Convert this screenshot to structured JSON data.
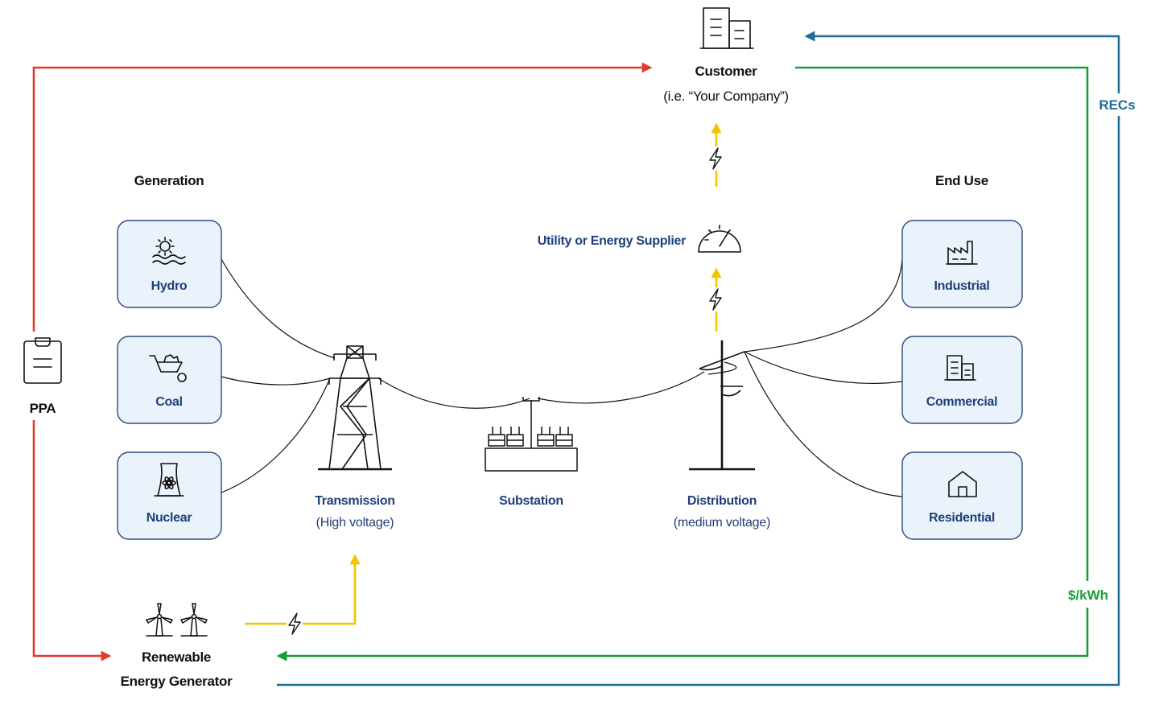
{
  "customer": {
    "title": "Customer",
    "subtitle": "(i.e. “Your Company”)"
  },
  "generation": {
    "heading": "Generation",
    "items": [
      {
        "label": "Hydro",
        "icon": "hydro-icon"
      },
      {
        "label": "Coal",
        "icon": "coal-cart-icon"
      },
      {
        "label": "Nuclear",
        "icon": "nuclear-plant-icon"
      }
    ]
  },
  "end_use": {
    "heading": "End Use",
    "items": [
      {
        "label": "Industrial",
        "icon": "factory-icon"
      },
      {
        "label": "Commercial",
        "icon": "office-building-icon"
      },
      {
        "label": "Residential",
        "icon": "house-icon"
      }
    ]
  },
  "grid": {
    "transmission": {
      "title": "Transmission",
      "subtitle": "(High voltage)"
    },
    "substation": {
      "title": "Substation"
    },
    "distribution": {
      "title": "Distribution",
      "subtitle": "(medium voltage)"
    },
    "utility": {
      "title": "Utility or Energy Supplier"
    }
  },
  "renewable": {
    "line1": "Renewable",
    "line2": "Energy Generator"
  },
  "ppa": {
    "label": "PPA"
  },
  "flows": {
    "recs": "RECs",
    "price": "$/kWh"
  },
  "colors": {
    "ppa": "#e03a32",
    "recs": "#1f6f95",
    "price": "#1b9e3a",
    "electricity": "#f5c400",
    "box_fill": "#eaf2fc",
    "box_border": "#2c4a7a",
    "label_blue": "#1f3f7a"
  }
}
